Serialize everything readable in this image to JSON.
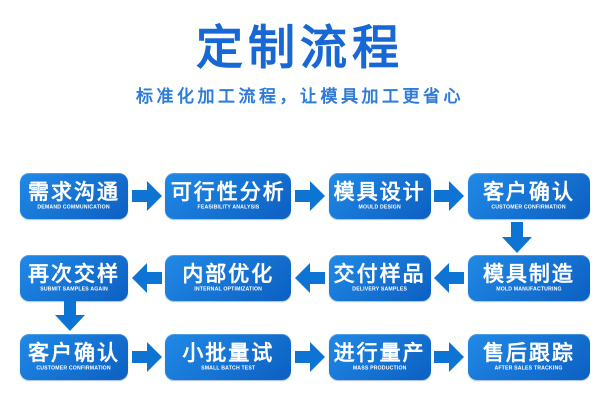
{
  "page": {
    "title": "定制流程",
    "subtitle": "标准化加工流程，让模具加工更省心"
  },
  "colors": {
    "background": "#ffffff",
    "title_blue": "#1767d4",
    "subtitle_blue": "#2e7cd9",
    "box_blue_light": "#2189e6",
    "box_blue_dark": "#0c60c2",
    "arrow_blue": "#0e74d4",
    "step_text": "#ffffff"
  },
  "flow": {
    "rows": [
      {
        "direction": "right",
        "steps": [
          {
            "zh": "需求沟通",
            "en": "DEMAND COMMUNICATION"
          },
          {
            "zh": "可行性分析",
            "en": "FEASIBILITY ANALYSIS"
          },
          {
            "zh": "模具设计",
            "en": "MOULD DESIGN"
          },
          {
            "zh": "客户确认",
            "en": "CUSTOMER CONFIRMATION"
          }
        ]
      },
      {
        "direction": "left",
        "steps": [
          {
            "zh": "再次交样",
            "en": "SUBMIT SAMPLES AGAIN"
          },
          {
            "zh": "内部优化",
            "en": "INTERNAL OPTIMIZATION"
          },
          {
            "zh": "交付样品",
            "en": "DELIVERY SAMPLES"
          },
          {
            "zh": "模具制造",
            "en": "MOLD MANUFACTURING"
          }
        ]
      },
      {
        "direction": "right",
        "steps": [
          {
            "zh": "客户确认",
            "en": "CUSTOMER CONFIRMATION"
          },
          {
            "zh": "小批量试",
            "en": "SMALL BATCH TEST"
          },
          {
            "zh": "进行量产",
            "en": "MASS PRODUCTION"
          },
          {
            "zh": "售后跟踪",
            "en": "AFTER SALES TRACKING"
          }
        ]
      }
    ]
  }
}
